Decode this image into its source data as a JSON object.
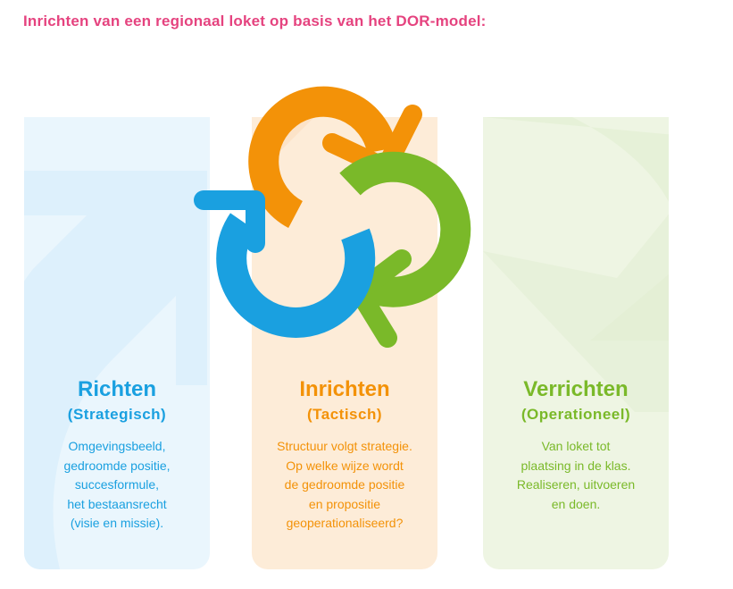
{
  "title": "Inrichten van een regionaal loket op basis van het DOR-model:",
  "colors": {
    "title": "#e5437f",
    "blue": "#1aa0e0",
    "orange": "#f39208",
    "green": "#7ab929"
  },
  "columns": [
    {
      "heading": "Richten",
      "subheading": "(Strategisch)",
      "lines": [
        "Omgevingsbeeld,",
        "gedroomde positie,",
        "succesformule,",
        "het bestaansrecht",
        "(visie en missie)."
      ]
    },
    {
      "heading": "Inrichten",
      "subheading": "(Tactisch)",
      "lines": [
        "Structuur volgt strategie.",
        "Op welke wijze wordt",
        "de gedroomde positie",
        "en propositie",
        "geoperationaliseerd?"
      ]
    },
    {
      "heading": "Verrichten",
      "subheading": "(Operationeel)",
      "lines": [
        "Van loket tot",
        "plaatsing in de klas.",
        "Realiseren, uitvoeren",
        "en doen."
      ]
    }
  ]
}
